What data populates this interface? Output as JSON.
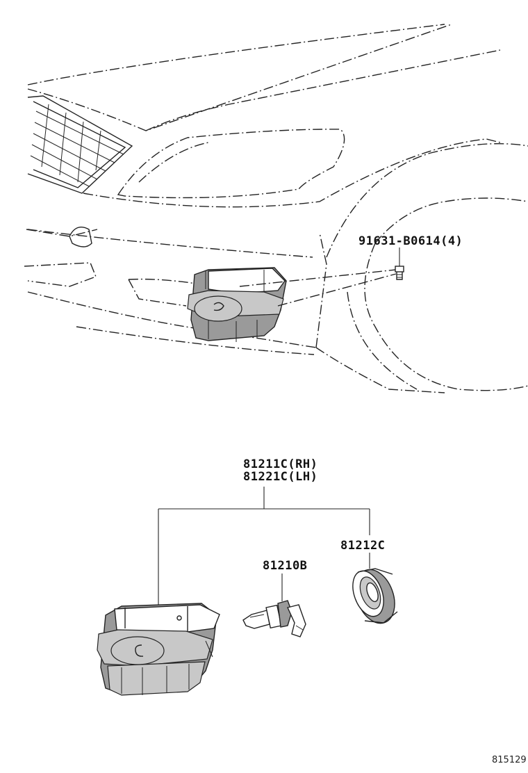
{
  "labels": {
    "screw": "91631-B0614(4)",
    "fog_lamp_rh": "81211C(RH)",
    "fog_lamp_lh": "81221C(LH)",
    "cover": "81212C",
    "bulb": "81210B",
    "diagram_id": "815129"
  },
  "colors": {
    "line": "#222222",
    "shade": "#9a9a9a",
    "light_shade": "#c8c8c8"
  }
}
